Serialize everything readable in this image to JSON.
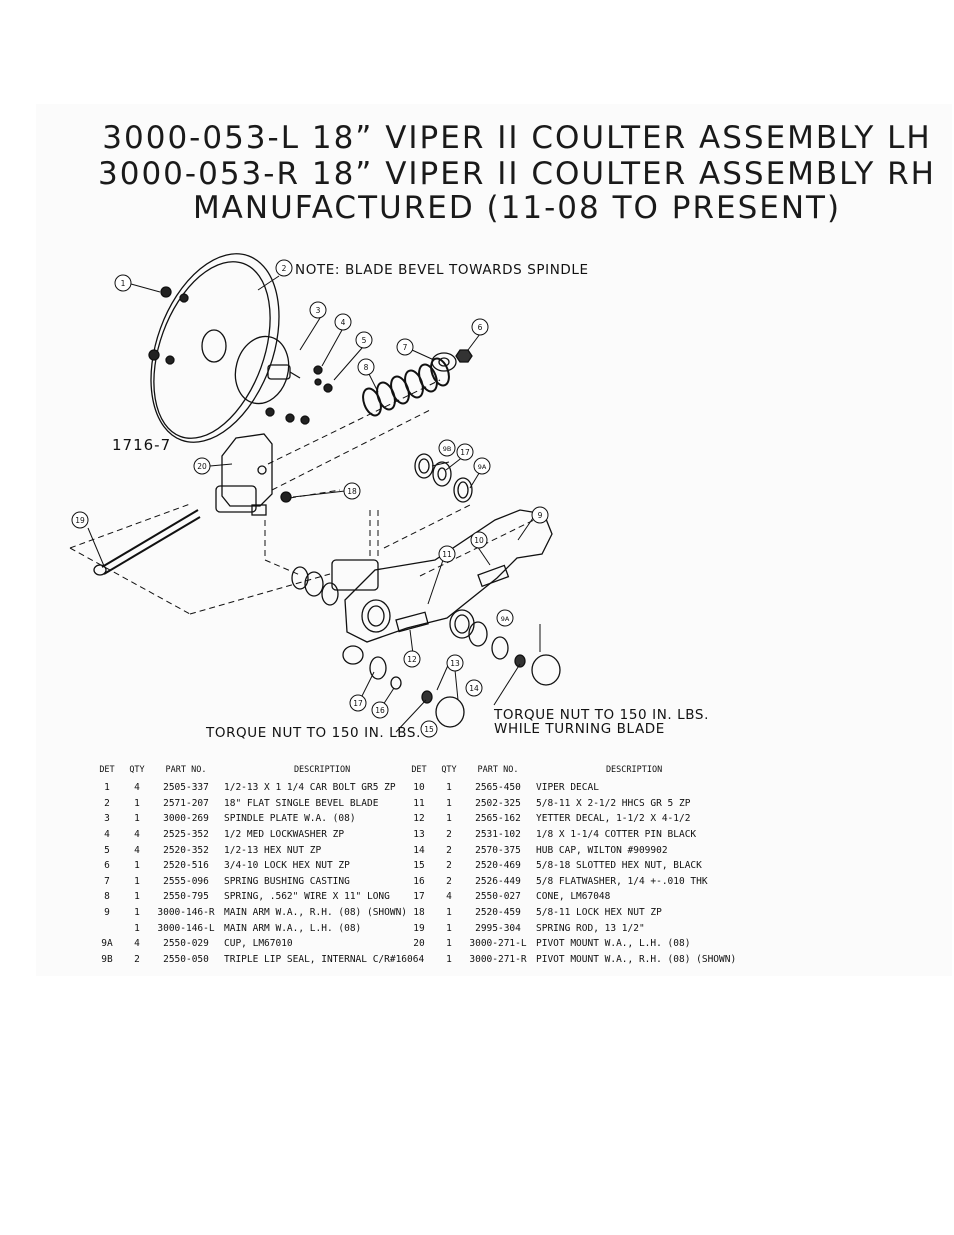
{
  "title": {
    "line1": "3000-053-L 18” VIPER II COULTER ASSEMBLY LH",
    "line2": "3000-053-R 18” VIPER II COULTER ASSEMBLY RH",
    "line3": "MANUFACTURED (11-08 TO PRESENT)"
  },
  "diagram": {
    "figure_id": "1716-7",
    "note": "NOTE:  BLADE BEVEL TOWARDS SPINDLE",
    "torque_note_1": "TORQUE NUT TO 150 IN. LBS.",
    "torque_note_2a": "TORQUE NUT TO 150 IN. LBS.",
    "torque_note_2b": "WHILE TURNING BLADE",
    "callouts": [
      "1",
      "2",
      "3",
      "4",
      "5",
      "6",
      "7",
      "8",
      "9B",
      "17",
      "9A",
      "20",
      "18",
      "19",
      "9",
      "10",
      "11",
      "12",
      "9A",
      "13",
      "14",
      "17",
      "16",
      "15"
    ]
  },
  "table_headers": {
    "det": "DET",
    "qty": "QTY",
    "part": "PART NO.",
    "desc": "DESCRIPTION"
  },
  "parts_left": [
    {
      "det": "1",
      "qty": "4",
      "part": "2505-337",
      "desc": "1/2-13 X 1 1/4 CAR BOLT GR5 ZP"
    },
    {
      "det": "2",
      "qty": "1",
      "part": "2571-207",
      "desc": "18\" FLAT SINGLE BEVEL BLADE"
    },
    {
      "det": "3",
      "qty": "1",
      "part": "3000-269",
      "desc": "SPINDLE PLATE W.A. (08)"
    },
    {
      "det": "4",
      "qty": "4",
      "part": "2525-352",
      "desc": "1/2 MED LOCKWASHER ZP"
    },
    {
      "det": "5",
      "qty": "4",
      "part": "2520-352",
      "desc": "1/2-13 HEX NUT ZP"
    },
    {
      "det": "6",
      "qty": "1",
      "part": "2520-516",
      "desc": "3/4-10 LOCK HEX NUT ZP"
    },
    {
      "det": "7",
      "qty": "1",
      "part": "2555-096",
      "desc": "SPRING BUSHING CASTING"
    },
    {
      "det": "8",
      "qty": "1",
      "part": "2550-795",
      "desc": "SPRING, .562\" WIRE X 11\" LONG"
    },
    {
      "det": "9",
      "qty": "1",
      "part": "3000-146-R",
      "desc": "MAIN ARM W.A., R.H. (08)  (SHOWN)"
    },
    {
      "det": "",
      "qty": "1",
      "part": "3000-146-L",
      "desc": "MAIN ARM W.A., L.H. (08)"
    },
    {
      "det": "9A",
      "qty": "4",
      "part": "2550-029",
      "desc": "CUP, LM67010"
    },
    {
      "det": "9B",
      "qty": "2",
      "part": "2550-050",
      "desc": "TRIPLE LIP SEAL, INTERNAL C/R#16064"
    }
  ],
  "parts_right": [
    {
      "det": "10",
      "qty": "1",
      "part": "2565-450",
      "desc": "VIPER DECAL"
    },
    {
      "det": "11",
      "qty": "1",
      "part": "2502-325",
      "desc": "5/8-11 X 2-1/2 HHCS GR 5 ZP"
    },
    {
      "det": "12",
      "qty": "1",
      "part": "2565-162",
      "desc": "YETTER DECAL, 1-1/2 X 4-1/2"
    },
    {
      "det": "13",
      "qty": "2",
      "part": "2531-102",
      "desc": "1/8 X 1-1/4 COTTER PIN BLACK"
    },
    {
      "det": "14",
      "qty": "2",
      "part": "2570-375",
      "desc": "HUB CAP, WILTON #909902"
    },
    {
      "det": "15",
      "qty": "2",
      "part": "2520-469",
      "desc": "5/8-18 SLOTTED HEX NUT, BLACK"
    },
    {
      "det": "16",
      "qty": "2",
      "part": "2526-449",
      "desc": "5/8 FLATWASHER, 1/4 +-.010 THK"
    },
    {
      "det": "17",
      "qty": "4",
      "part": "2550-027",
      "desc": "CONE, LM67048"
    },
    {
      "det": "18",
      "qty": "1",
      "part": "2520-459",
      "desc": "5/8-11 LOCK HEX NUT  ZP"
    },
    {
      "det": "19",
      "qty": "1",
      "part": "2995-304",
      "desc": "SPRING ROD, 13 1/2\""
    },
    {
      "det": "20",
      "qty": "1",
      "part": "3000-271-L",
      "desc": "PIVOT MOUNT W.A., L.H. (08)"
    },
    {
      "det": "",
      "qty": "1",
      "part": "3000-271-R",
      "desc": "PIVOT MOUNT W.A., R.H. (08) (SHOWN)"
    }
  ]
}
